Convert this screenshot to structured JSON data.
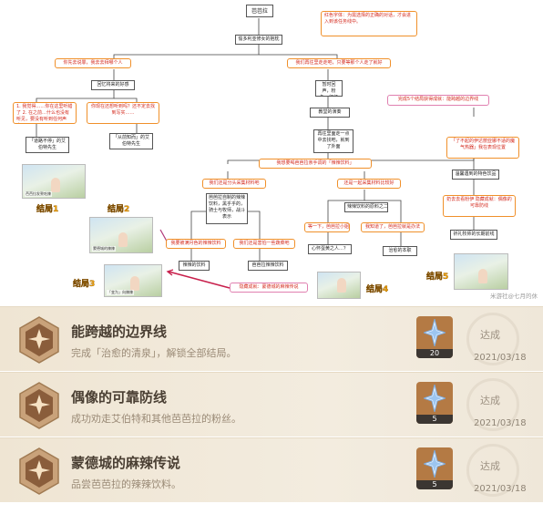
{
  "flowchart": {
    "root": "芭芭拉",
    "legend": "红色字体：为需选择的正确的对话，才会进入到该任务线中。",
    "intro": "偷多利亚修女的抱枕",
    "choice_left": "你先去说罪，我去去拜哪个人",
    "choice_right": "我们再往里走走吧，只要等那个人走了就好",
    "recall": "回忆将来的好感",
    "left_red_1": "1. 我觉得……你在这里听错了\n2. 在之前…什么也没有听见，要没有听到任何声音……",
    "left_red_2": "你现在还想听到吗？还不定去找到写实……",
    "left_box_a": "「道路不停」的艾伯特先生",
    "left_box_b": "「从前知而」的艾伯特先生",
    "mid_box_1": "暂时回声，粉色，红红的",
    "mid_box_2": "教堂的演奏",
    "mid_box_3": "再往里面走一点中去找吧，就到了外面",
    "endcond_5": "完成5个结局获得成就：能跨越的边界线",
    "choice_drink": "我想要喝芭芭拉亲手调的「辣辣饮料」",
    "choice_fruit": "我们还是分头采集材料吧",
    "choice_together": "还是一起采集材料比较好",
    "mid_desc": "芭芭拉自制的辣辣饮料，黑乎乎的，骑士与牧师，战斗表示",
    "drink_box": "辣辣饮料的原料之二",
    "red_wait": "等一下，芭芭拉小姐",
    "red_knew": "我知道了，芭芭拉就是办法",
    "q_box": "心怀蛋黄之人…？",
    "mind_box": "治愈的本职",
    "red_tea": "我要被满月色的辣辣饮料",
    "red_hate": "我们还是害怕一些蔬菜吧",
    "box_drink1": "辣辣的饮料",
    "box_drink2": "芭芭拉辣辣饮料",
    "hidden_1": "隐藏成就：蒙德城的麻辣传说",
    "right_red": "「了不起的伊达丽亚娜不适的魔气热器」我在表现位置",
    "right_box": "温馨遇到的特色饮品",
    "right_red_2": "奶去去看粉伊 隐藏成就：偶像的可靠防线",
    "right_box_2": "祈礼牧师的长期前线",
    "endings": [
      "结局1",
      "结局2",
      "结局3",
      "结局4",
      "结局5"
    ],
    "thumb_caps": [
      "芭芭拉发誓吃辣",
      "蒙德城的辣辣",
      "「变为」向辣辣",
      "",
      ""
    ],
    "watermark": "米游社@七月的休"
  },
  "achievements": [
    {
      "title": "能跨越的边界线",
      "desc": "完成「治愈的清泉」，解锁全部结局。",
      "reward_qty": "20",
      "status": "达成",
      "date": "2021/03/18",
      "reward_icon": "primogem-icon"
    },
    {
      "title": "偶像的可靠防线",
      "desc": "成功劝走艾伯特和其他芭芭拉的粉丝。",
      "reward_qty": "5",
      "status": "达成",
      "date": "2021/03/18",
      "reward_icon": "primogem-icon"
    },
    {
      "title": "蒙德城的麻辣传说",
      "desc": "品尝芭芭拉的辣辣饮料。",
      "reward_qty": "5",
      "status": "达成",
      "date": "2021/03/18",
      "reward_icon": "primogem-icon"
    }
  ],
  "colors": {
    "ending": "#f3a200",
    "red_text": "#d42a1e",
    "orange_border": "#f0902a",
    "card_bg": "#f2eadc",
    "title": "#4a3f33"
  }
}
